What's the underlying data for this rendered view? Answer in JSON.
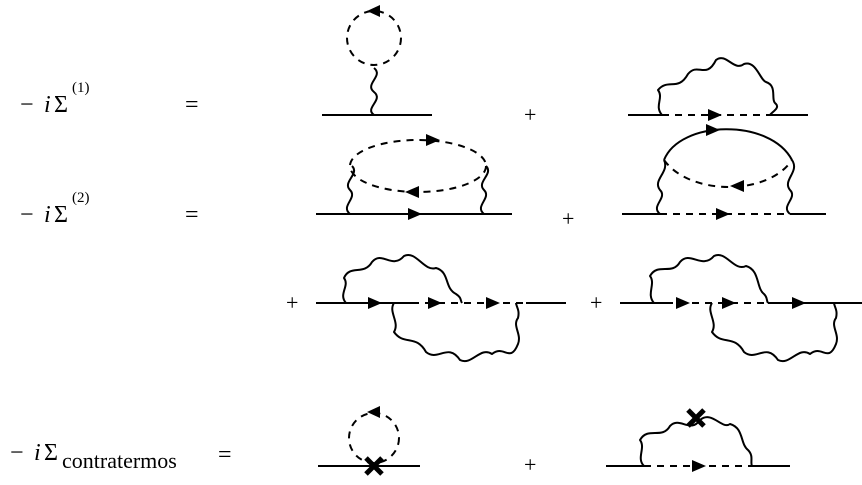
{
  "equations": {
    "first": {
      "lhs_minus": "−",
      "lhs_i": "i",
      "lhs_sigma": "Σ",
      "lhs_order": "(1)",
      "eq": "=",
      "plus": "+"
    },
    "second": {
      "lhs_minus": "−",
      "lhs_i": "i",
      "lhs_sigma": "Σ",
      "lhs_order": "(2)",
      "eq": "=",
      "plus": "+",
      "plus2": "+",
      "plus3": "+"
    },
    "counter": {
      "lhs_minus": "−",
      "lhs_i": "i",
      "lhs_sigma": "Σ",
      "lhs_sub": "contratermos",
      "eq": "=",
      "plus": "+"
    }
  },
  "diagrams": [
    "tadpole-scalar-loop",
    "rainbow-wavy-dashed",
    "wavy-scalar-bubble",
    "wavy-fermion-scalar-bubble",
    "crossed-two-wavy-line",
    "crossed-two-wavy-line-b",
    "counterterm-tadpole",
    "counterterm-rainbow"
  ],
  "colors": {
    "ink": "#000000",
    "background": "#ffffff"
  }
}
